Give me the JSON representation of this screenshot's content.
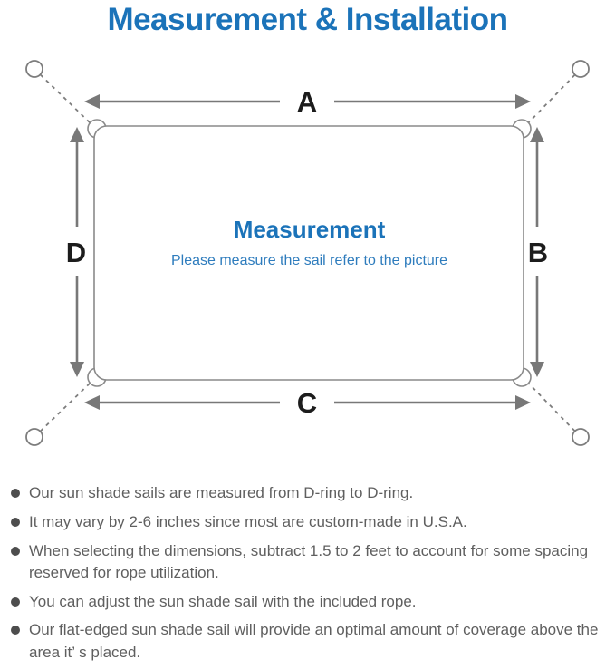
{
  "title": "Measurement & Installation",
  "diagram": {
    "center_title": "Measurement",
    "center_subtitle": "Please measure the sail refer to the picture",
    "labels": {
      "top": "A",
      "right": "B",
      "bottom": "C",
      "left": "D"
    }
  },
  "colors": {
    "accent_blue": "#1b73b9",
    "subtitle_blue": "#2e7cbd",
    "outline_gray": "#8a8a8a",
    "arrow_gray": "#787878",
    "label_black": "#1c1c1c",
    "body_text": "#5f5f5f"
  },
  "notes": [
    "Our sun shade sails are measured from D-ring to D-ring.",
    "It may vary by 2-6 inches since most are custom-made in U.S.A.",
    "When selecting the dimensions, subtract 1.5 to 2 feet to account for some spacing reserved for rope utilization.",
    "You can adjust the sun shade sail with the included rope.",
    "Our flat-edged sun shade sail will provide an optimal amount of coverage above the area it’ s placed."
  ]
}
